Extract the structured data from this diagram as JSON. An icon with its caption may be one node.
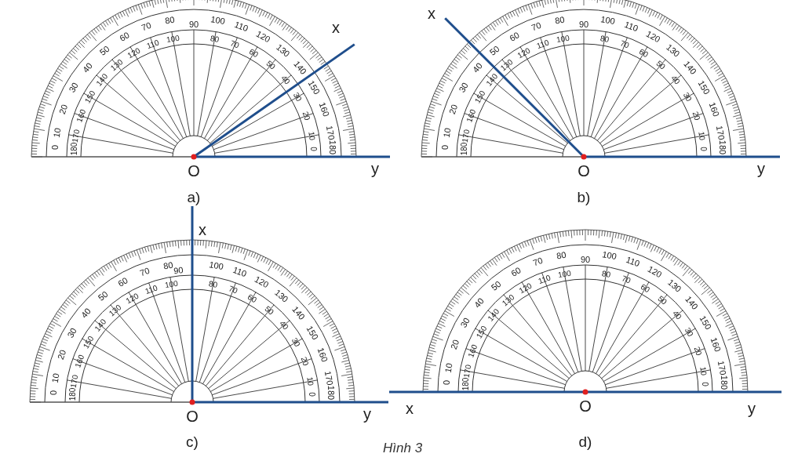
{
  "diagram": {
    "caption": "Hình 3",
    "labels": [
      "0",
      "10",
      "20",
      "30",
      "40",
      "50",
      "60",
      "70",
      "80",
      "90",
      "100",
      "110",
      "120",
      "130",
      "140",
      "150",
      "160",
      "170",
      "180",
      "180",
      "170",
      "160",
      "150",
      "140",
      "130",
      "120",
      "110",
      "100",
      "80",
      "70",
      "60",
      "50",
      "40",
      "30",
      "20",
      "10",
      "0",
      "x",
      "O",
      "y",
      "a)",
      "0",
      "10",
      "20",
      "30",
      "40",
      "50",
      "60",
      "70",
      "80",
      "90",
      "100",
      "110",
      "120",
      "130",
      "140",
      "150",
      "160",
      "170",
      "180",
      "180",
      "170",
      "160",
      "150",
      "140",
      "130",
      "120",
      "110",
      "100",
      "80",
      "70",
      "60",
      "50",
      "40",
      "30",
      "20",
      "10",
      "0",
      "x",
      "O",
      "y",
      "b)",
      "0",
      "10",
      "20",
      "30",
      "40",
      "50",
      "60",
      "70",
      "80",
      "90",
      "100",
      "110",
      "120",
      "130",
      "140",
      "150",
      "160",
      "170",
      "180",
      "180",
      "170",
      "160",
      "150",
      "140",
      "130",
      "120",
      "110",
      "100",
      "80",
      "70",
      "60",
      "50",
      "40",
      "30",
      "20",
      "10",
      "0",
      "x",
      "O",
      "y",
      "c)",
      "0",
      "10",
      "20",
      "30",
      "40",
      "50",
      "60",
      "70",
      "80",
      "90",
      "100",
      "110",
      "120",
      "130",
      "140",
      "150",
      "160",
      "170",
      "180",
      "180",
      "170",
      "160",
      "150",
      "140",
      "130",
      "120",
      "110",
      "100",
      "80",
      "70",
      "60",
      "50",
      "40",
      "30",
      "20",
      "10",
      "0",
      "x",
      "O",
      "y",
      "d)"
    ]
  }
}
